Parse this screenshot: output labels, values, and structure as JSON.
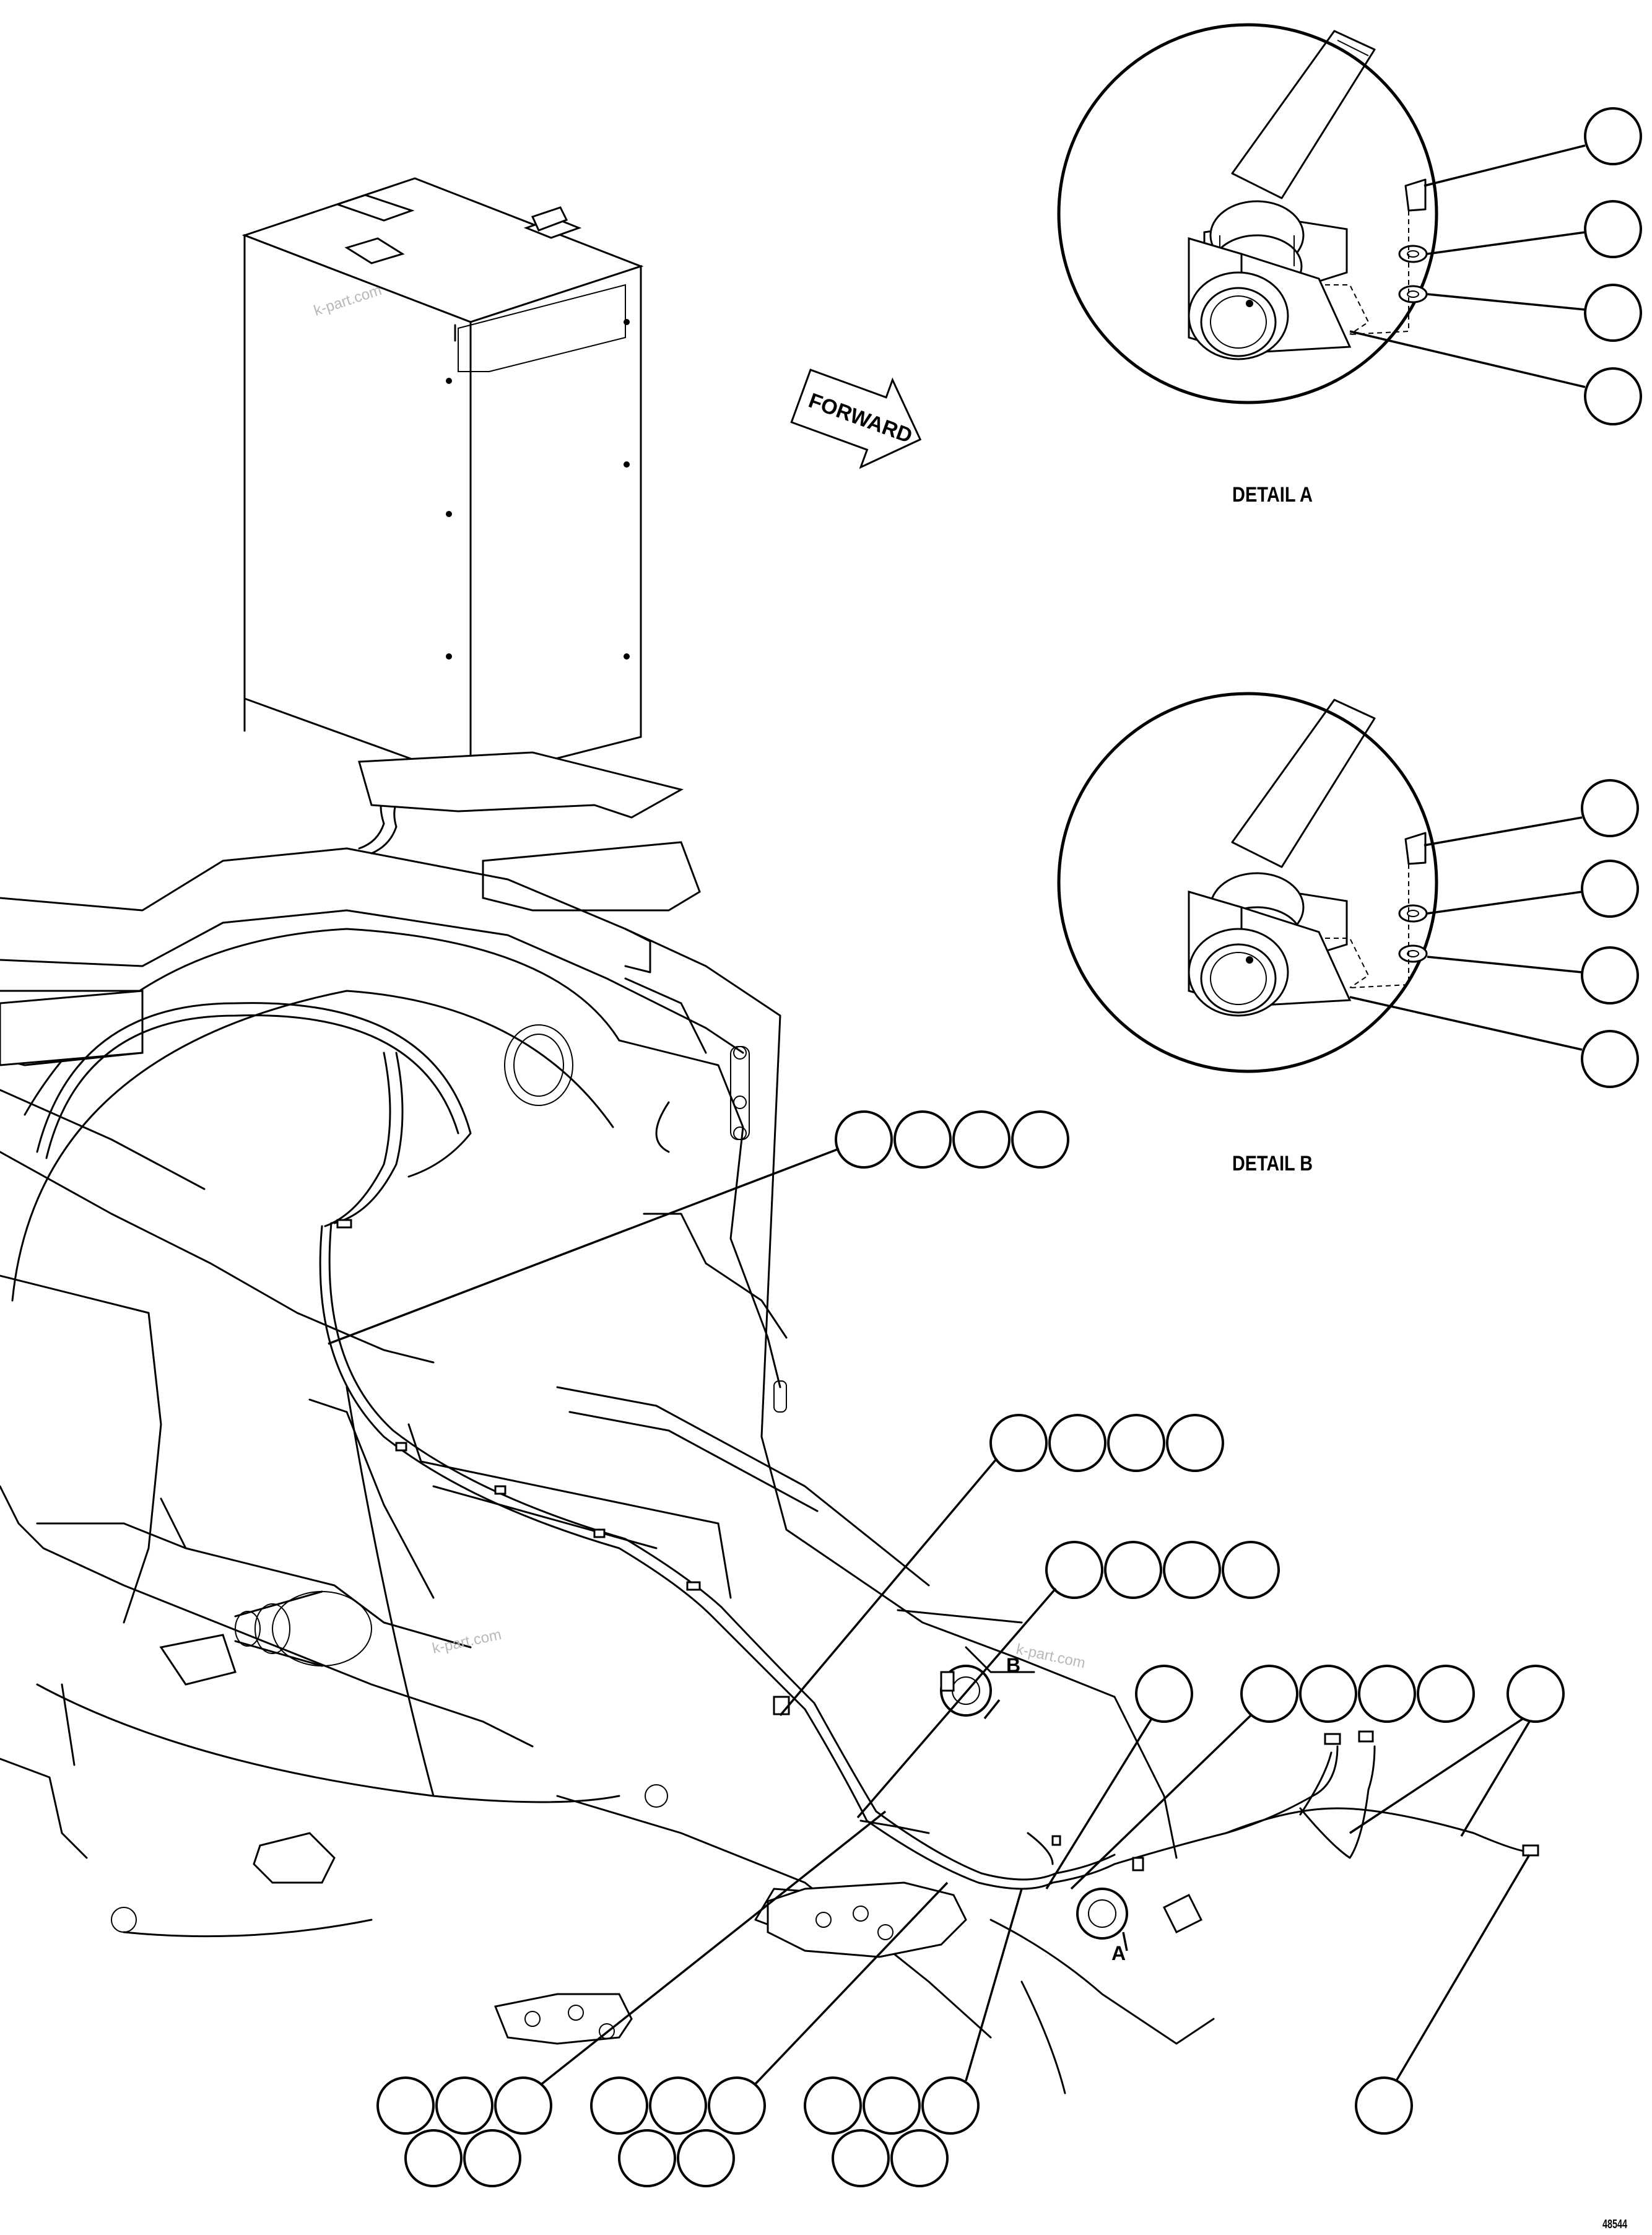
{
  "figure": {
    "labels": {
      "forward_arrow": "FORWARD",
      "detail_a": "DETAIL A",
      "detail_b": "DETAIL B",
      "view_a": "A",
      "view_b": "B",
      "drawing_number": "48544"
    },
    "watermark": "k-part.com"
  }
}
